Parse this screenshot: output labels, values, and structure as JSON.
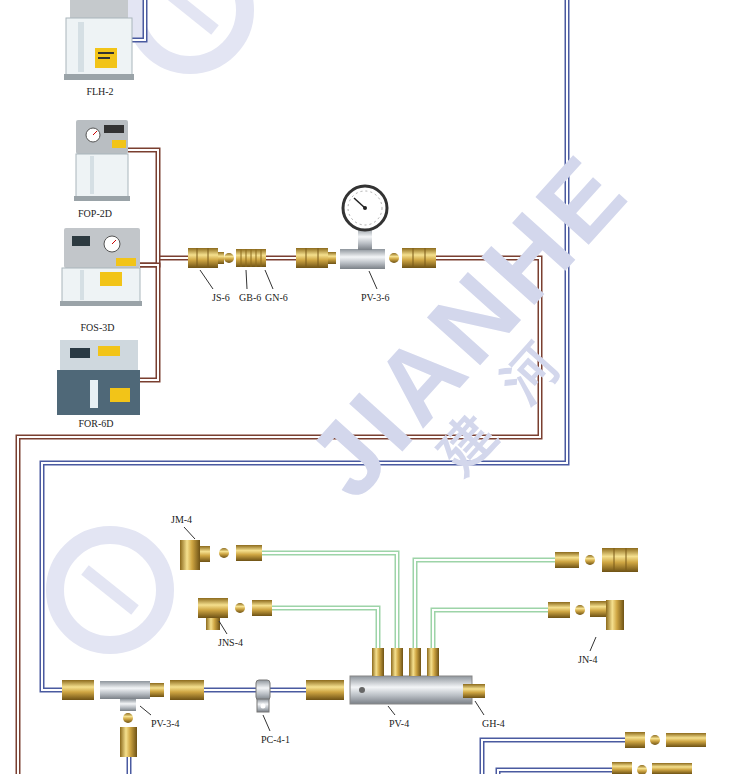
{
  "diagram": {
    "nodes": [
      {
        "text": [
          "FLH-2"
        ]
      },
      {
        "text": [
          "FOP-2D"
        ]
      },
      {
        "text": [
          "FOS-3D"
        ]
      },
      {
        "text": [
          "FOR-6D"
        ]
      }
    ],
    "edges": [
      {
        "from": 1,
        "to": 2,
        "arrow": "none"
      },
      {
        "from": 2,
        "to": 3,
        "arrow": "none"
      }
    ],
    "labels": [
      "JS-6",
      "GB-6",
      "GN-6",
      "PV-3-6",
      "JM-4",
      "JNS-4",
      "JN-4",
      "PV-3-4",
      "PC-4-1",
      "PV-4",
      "GH-4",
      "JIANHE",
      "建河"
    ]
  }
}
